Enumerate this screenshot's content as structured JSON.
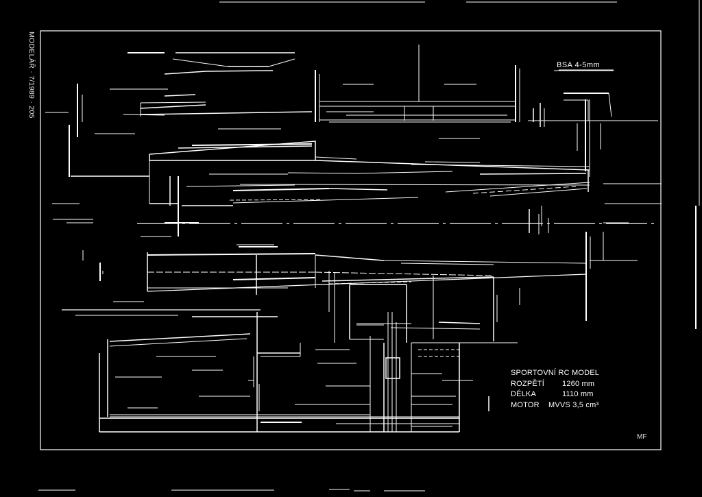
{
  "side_label": "MODELÁŘ · 7/1989 · 205",
  "material_note": "BSA 4-5mm",
  "spec": {
    "title": "SPORTOVNÍ RC MODEL",
    "rows": [
      {
        "key": "ROZPĚTÍ",
        "value": "1260 mm"
      },
      {
        "key": "DÉLKA",
        "value": "1110 mm"
      },
      {
        "key": "MOTOR",
        "value": "MVVS 3,5 cm³"
      }
    ]
  },
  "signature": "MF",
  "colors": {
    "background": "#000000",
    "lines": "#ffffff"
  }
}
